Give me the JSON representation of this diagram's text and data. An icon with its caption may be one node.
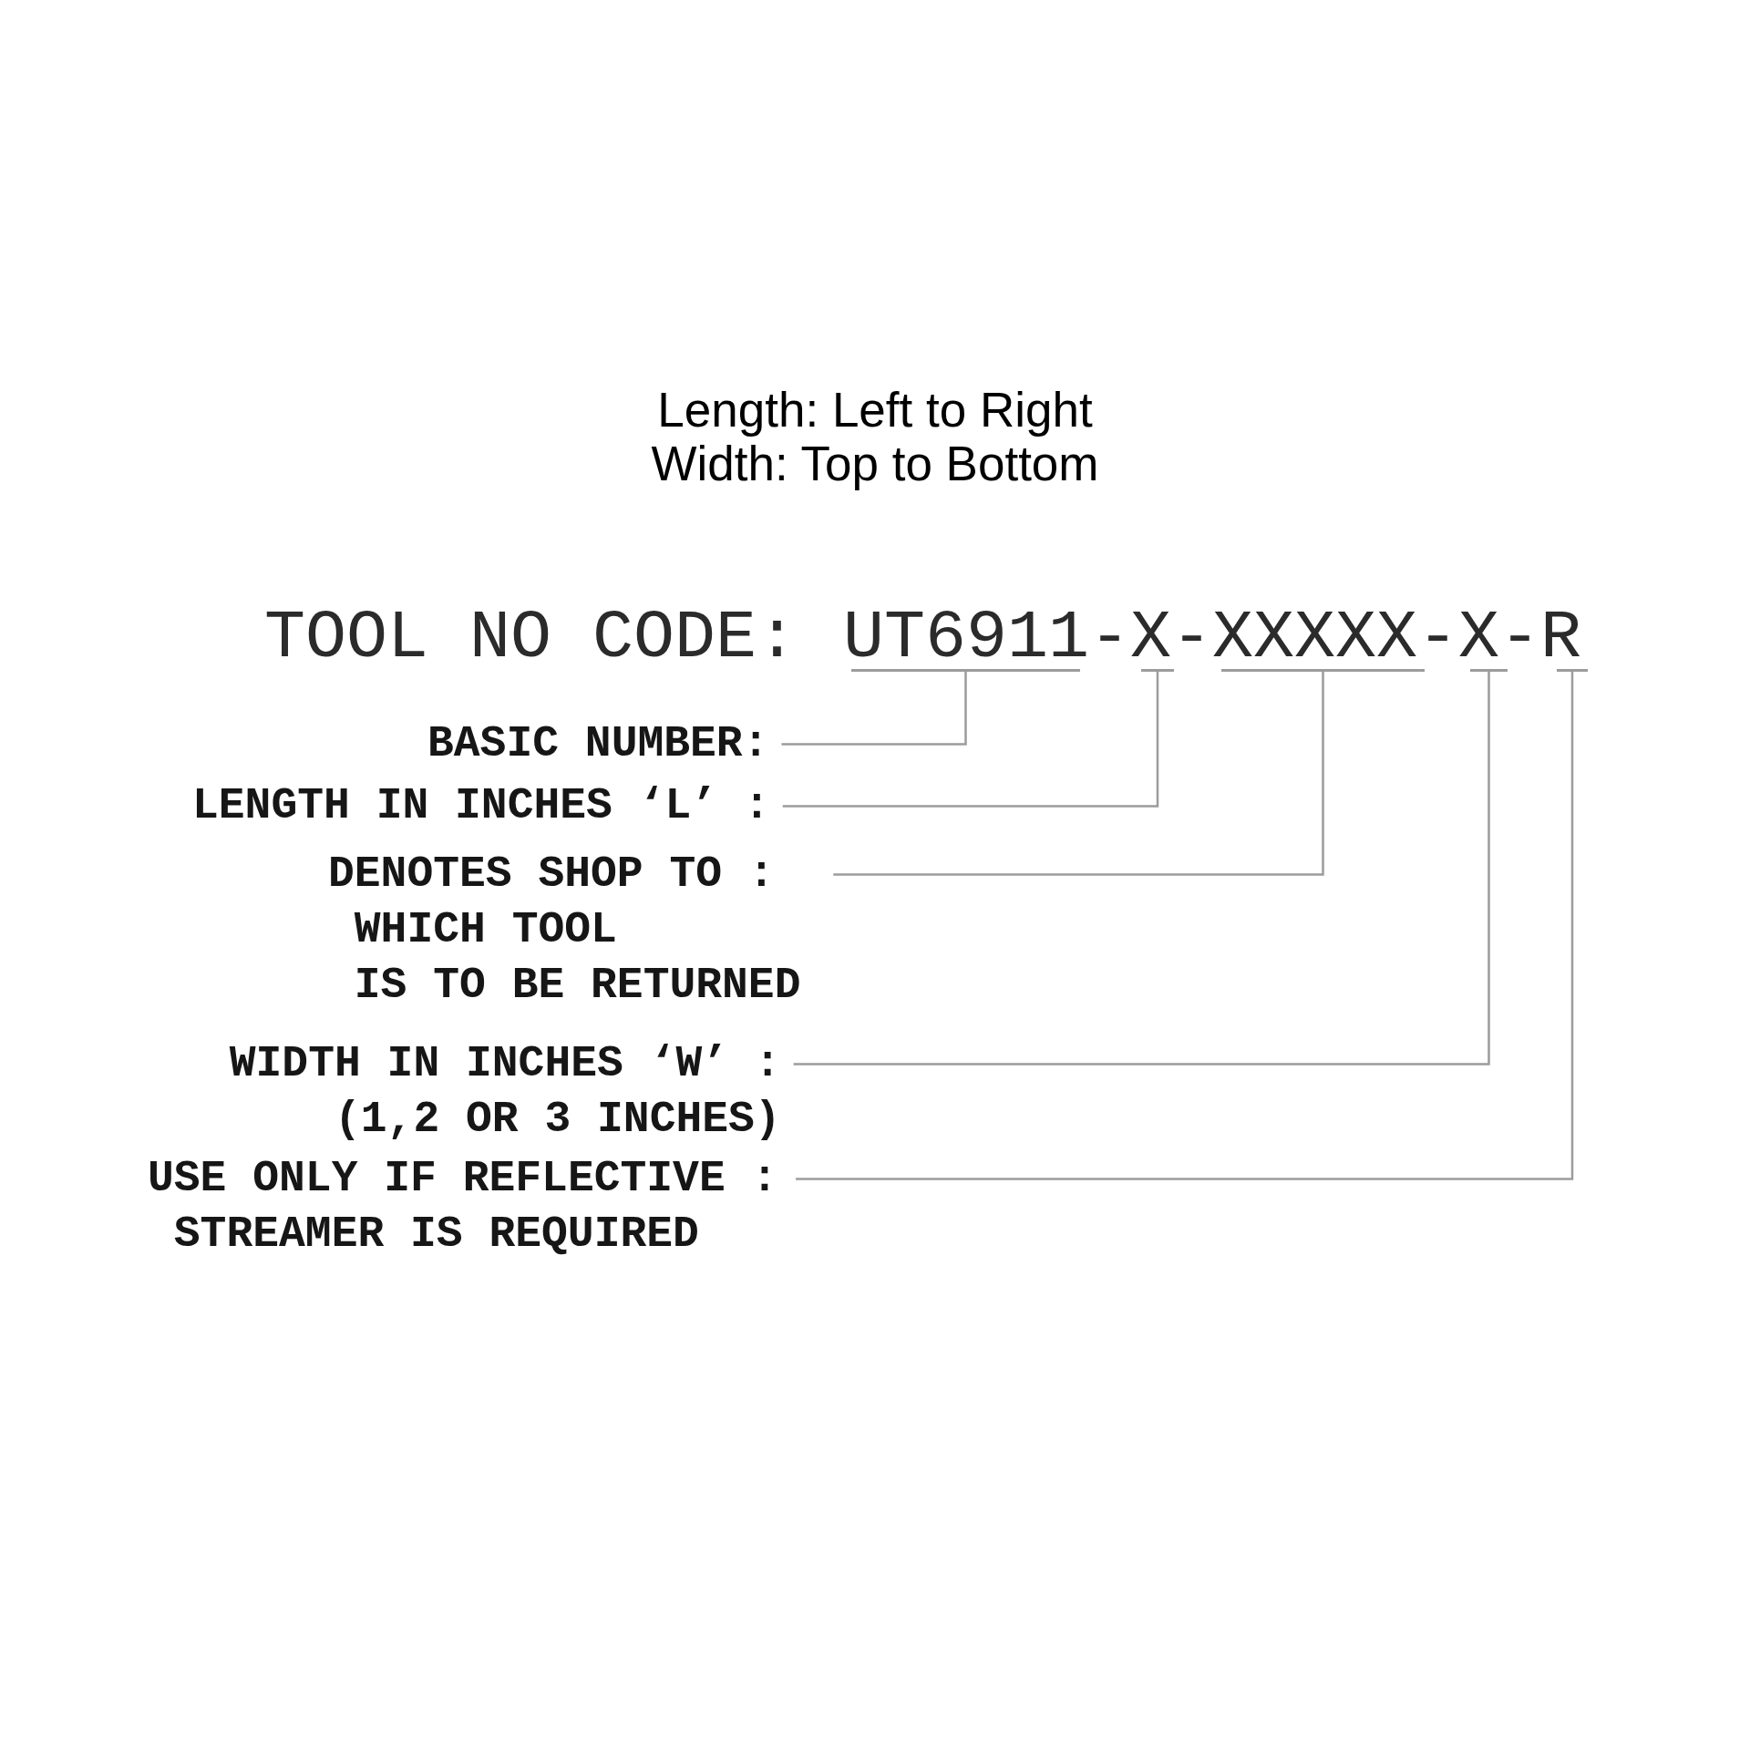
{
  "diagram": {
    "nodes": [
      {
        "text": [],
        "shape": "bar"
      },
      {
        "text": [],
        "shape": "bar"
      },
      {
        "text": [],
        "shape": "bar"
      },
      {
        "text": [],
        "shape": "bar"
      },
      {
        "text": [],
        "shape": "bar"
      },
      {
        "text": [
          "BASIC NUMBER:"
        ]
      },
      {
        "text": [
          "LENGTH IN INCHES ‘L’ :"
        ]
      },
      {
        "text": [
          "DENOTES SHOP TO : WHICH TOOL IS TO BE RETURNED"
        ]
      },
      {
        "text": [
          "WIDTH IN INCHES ‘W’ : (1,2 OR 3 INCHES)"
        ]
      },
      {
        "text": [
          "USE ONLY IF REFLECTIVE : STREAMER IS REQUIRED"
        ]
      }
    ],
    "edges": [
      {
        "from": 5,
        "to": 0,
        "arrow": "none"
      },
      {
        "from": 6,
        "to": 1,
        "arrow": "none"
      },
      {
        "from": 7,
        "to": 2,
        "arrow": "none"
      },
      {
        "from": 8,
        "to": 3,
        "arrow": "none"
      },
      {
        "from": 9,
        "to": 4,
        "arrow": "none"
      }
    ],
    "labels": [
      "Length: Left to Right",
      "Width: Top to Bottom",
      "TOOL NO CODE:",
      "UT6911-X-XXXXX-X-R"
    ]
  }
}
